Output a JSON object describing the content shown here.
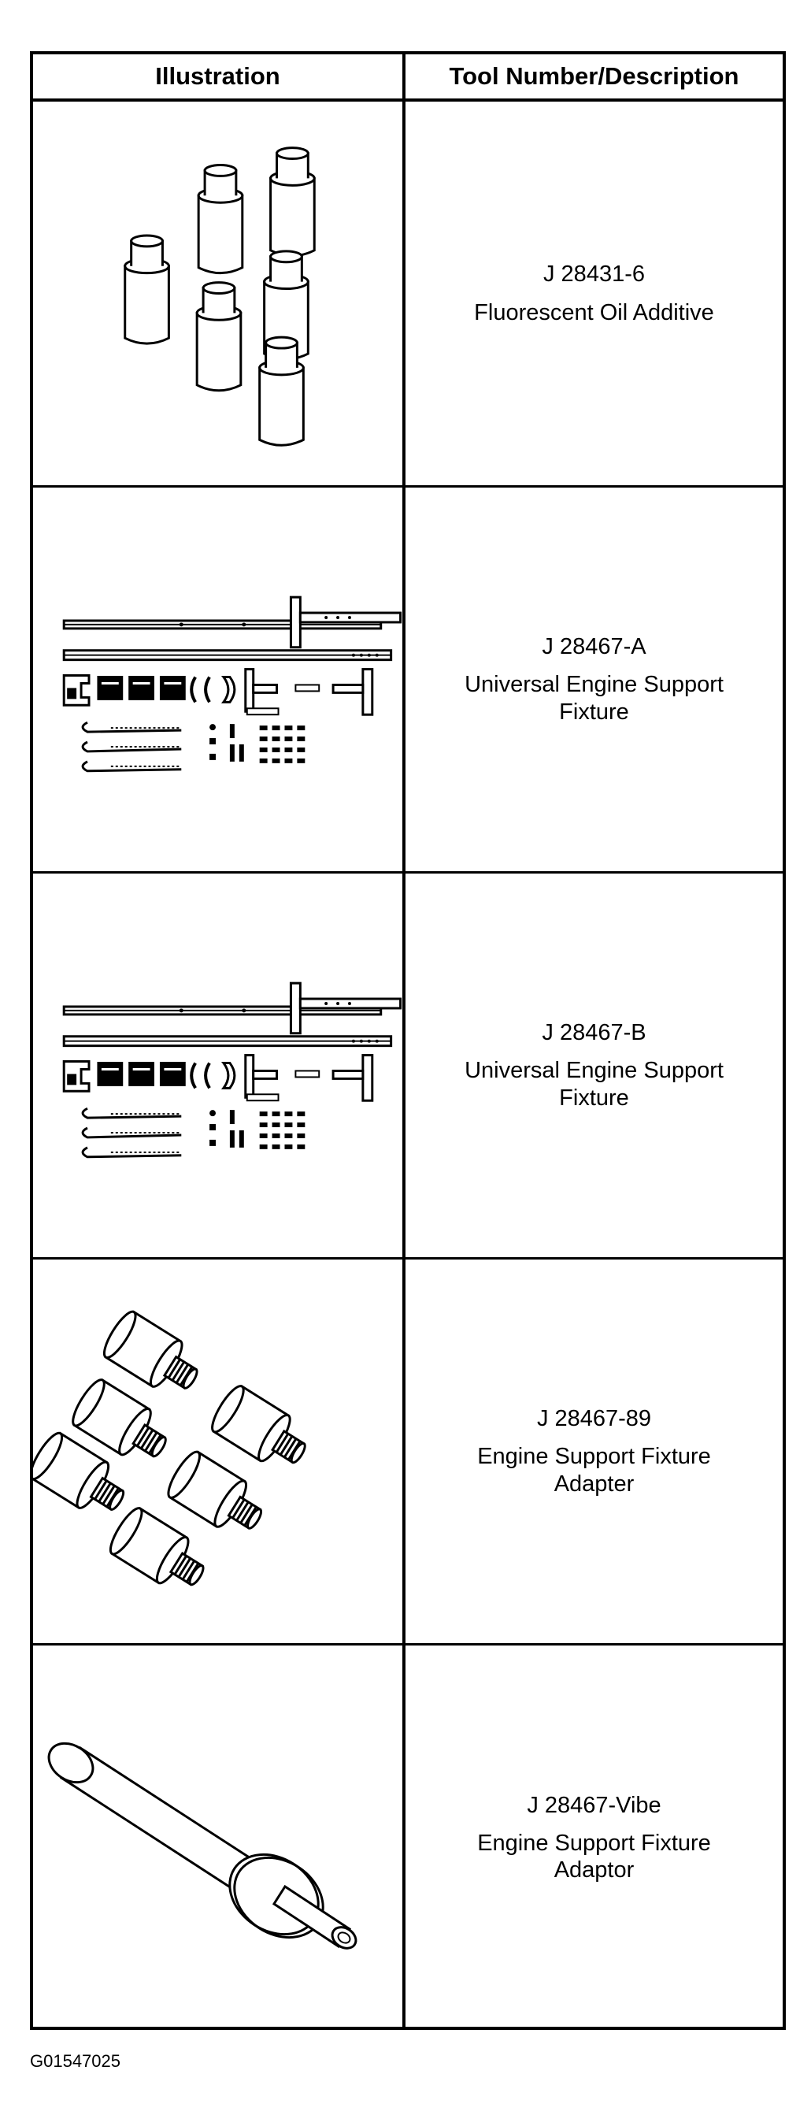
{
  "table": {
    "header": {
      "illustration": "Illustration",
      "tool": "Tool Number/Description"
    },
    "rows": [
      {
        "number": "J 28431-6",
        "description": "Fluorescent Oil Additive",
        "illustration_icon": "oil-additive-bottles-icon"
      },
      {
        "number": "J 28467-A",
        "description": "Universal Engine Support Fixture",
        "illustration_icon": "engine-support-fixture-kit-icon"
      },
      {
        "number": "J 28467-B",
        "description": "Universal Engine Support Fixture",
        "illustration_icon": "engine-support-fixture-kit-icon"
      },
      {
        "number": "J 28467-89",
        "description": "Engine Support Fixture Adapter",
        "illustration_icon": "threaded-adapter-set-icon"
      },
      {
        "number": "J 28467-Vibe",
        "description": "Engine Support Fixture Adaptor",
        "illustration_icon": "fixture-adaptor-shaft-icon"
      }
    ]
  },
  "footer": {
    "figure_code": "G01547025"
  }
}
